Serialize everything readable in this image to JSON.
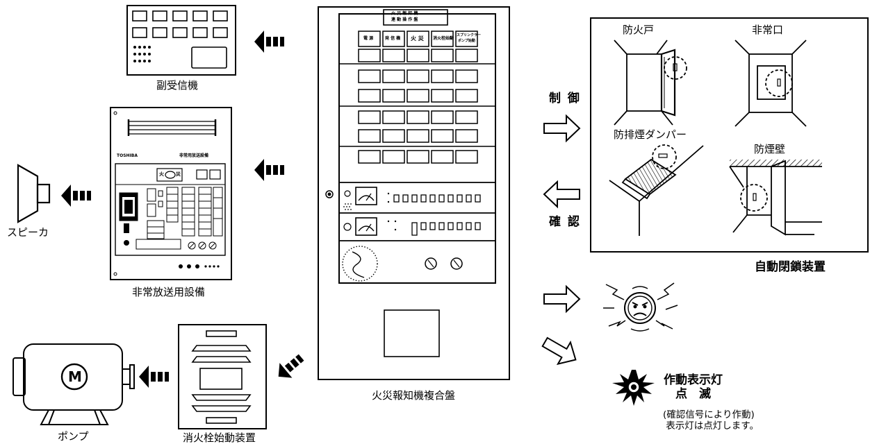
{
  "labels": {
    "sub_receiver": "副受信機",
    "emergency_broadcast": "非常放送用設備",
    "speaker": "スピーカ",
    "pump": "ポンプ",
    "hydrant_starter": "消火栓始動装置",
    "fire_alarm_panel": "火災報知機複合盤",
    "control": "制 御",
    "confirm": "確 認",
    "fire_door": "防火戸",
    "emergency_exit": "非常口",
    "smoke_damper": "防排煙ダンパー",
    "smoke_wall": "防煙壁",
    "auto_closing_device": "自動閉鎖装置",
    "indicator_title": "作動表示灯",
    "indicator_blink": "点　滅",
    "indicator_note_1": "確認信号により作動",
    "indicator_note_2": "表示灯は点灯します。"
  },
  "panel_text": {
    "header_1": "火 災 報 知 機",
    "header_2": "連 動 操 作 盤",
    "btn_power": "電 源",
    "btn_dispatch": "発 信 機",
    "btn_fire": "火 災",
    "btn_extinguish": "消火栓始動",
    "btn_sprinkler_1": "スプリンクラー",
    "btn_sprinkler_2": "ポンプ始動",
    "broadcast_brand": "TOSHIBA",
    "broadcast_title": "非常用放送設備",
    "broadcast_fire_1": "火",
    "broadcast_fire_2": "災",
    "pump_letter": "M"
  }
}
